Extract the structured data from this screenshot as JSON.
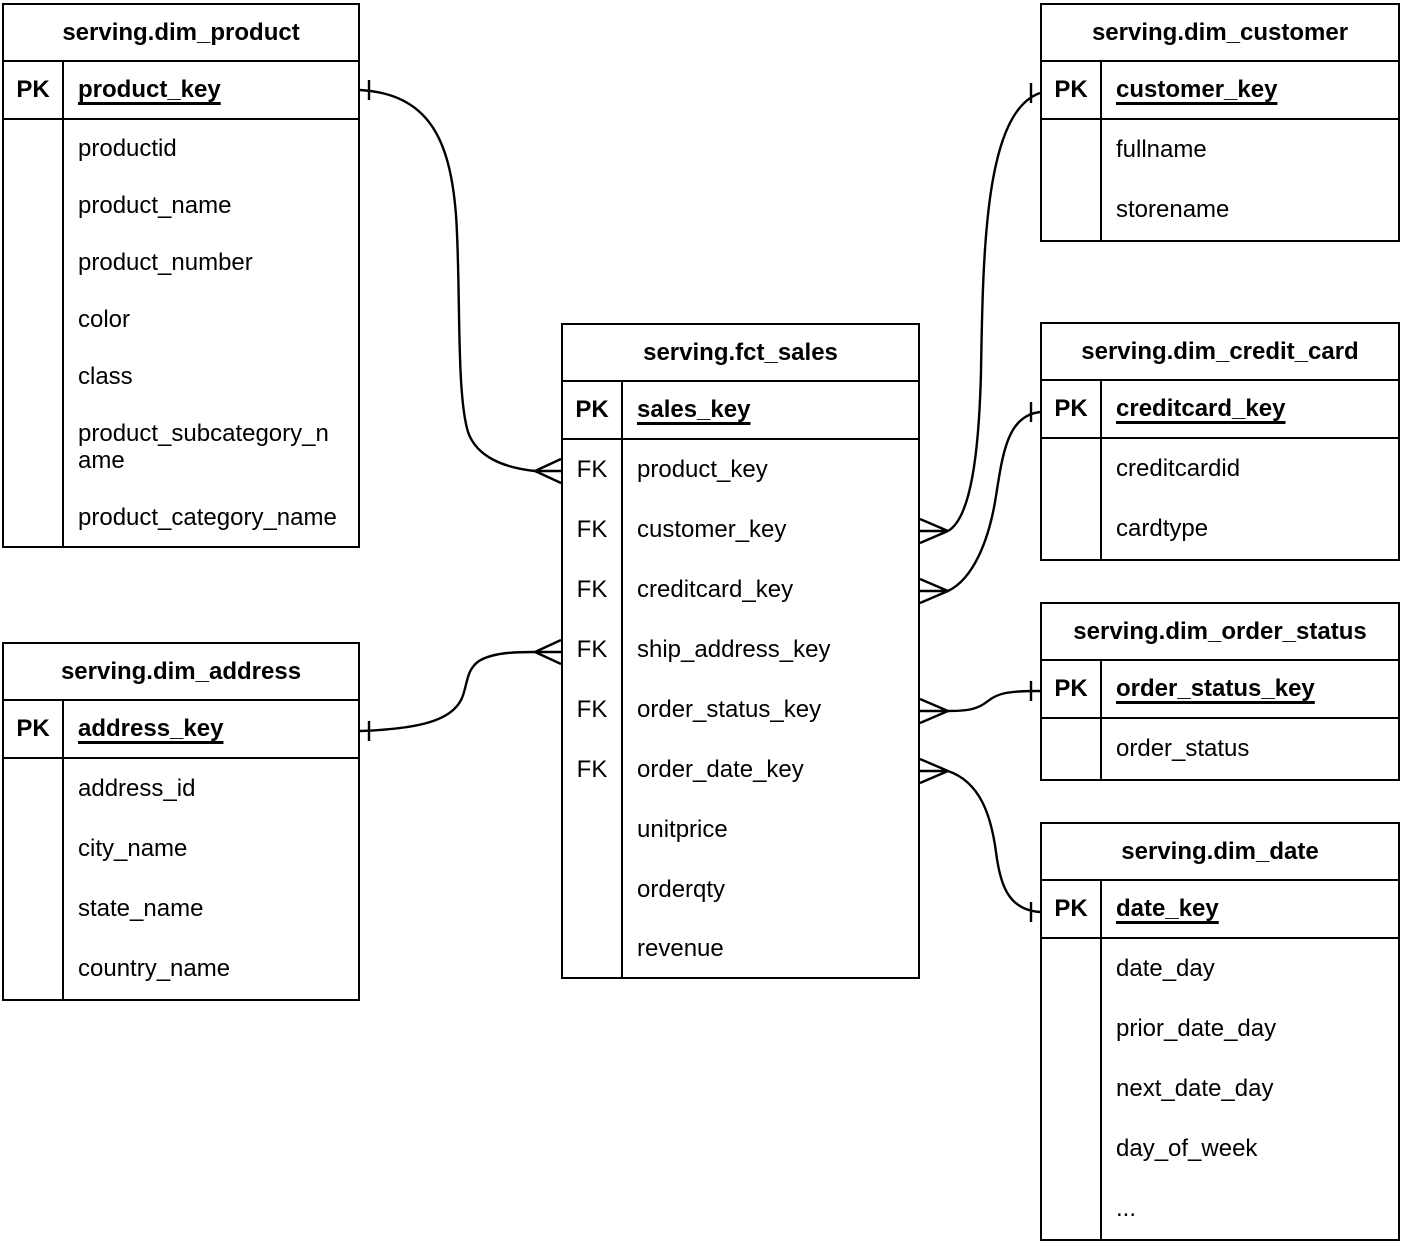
{
  "diagram_title": "sales star schema ERD",
  "colors": {
    "line": "#000000",
    "text": "#000000",
    "background": "#ffffff",
    "table_background": "#ffffff"
  },
  "tables": {
    "fct_sales": {
      "title": "serving.fct_sales",
      "pk": {
        "badge": "PK",
        "field": "sales_key"
      },
      "fk_badge": "FK",
      "fk_fields": [
        "product_key",
        "customer_key",
        "creditcard_key",
        "ship_address_key",
        "order_status_key",
        "order_date_key"
      ],
      "measures": [
        "unitprice",
        "orderqty",
        "revenue"
      ]
    },
    "dim_product": {
      "title": "serving.dim_product",
      "pk": {
        "badge": "PK",
        "field": "product_key"
      },
      "fields": [
        "productid",
        "product_name",
        "product_number",
        "color",
        "class",
        "product_subcategory_name",
        "product_category_name"
      ]
    },
    "dim_customer": {
      "title": "serving.dim_customer",
      "pk": {
        "badge": "PK",
        "field": "customer_key"
      },
      "fields": [
        "fullname",
        "storename"
      ]
    },
    "dim_credit_card": {
      "title": "serving.dim_credit_card",
      "pk": {
        "badge": "PK",
        "field": "creditcard_key"
      },
      "fields": [
        "creditcardid",
        "cardtype"
      ]
    },
    "dim_order_status": {
      "title": "serving.dim_order_status",
      "pk": {
        "badge": "PK",
        "field": "order_status_key"
      },
      "fields": [
        "order_status"
      ]
    },
    "dim_date": {
      "title": "serving.dim_date",
      "pk": {
        "badge": "PK",
        "field": "date_key"
      },
      "fields": [
        "date_day",
        "prior_date_day",
        "next_date_day",
        "day_of_week",
        "..."
      ]
    },
    "dim_address": {
      "title": "serving.dim_address",
      "pk": {
        "badge": "PK",
        "field": "address_key"
      },
      "fields": [
        "address_id",
        "city_name",
        "state_name",
        "country_name"
      ]
    }
  },
  "relationships": [
    {
      "from": "serving.fct_sales.product_key",
      "to": "serving.dim_product.product_key",
      "from_cardinality": "many",
      "to_cardinality": "one"
    },
    {
      "from": "serving.fct_sales.customer_key",
      "to": "serving.dim_customer.customer_key",
      "from_cardinality": "many",
      "to_cardinality": "one"
    },
    {
      "from": "serving.fct_sales.creditcard_key",
      "to": "serving.dim_credit_card.creditcard_key",
      "from_cardinality": "many",
      "to_cardinality": "one"
    },
    {
      "from": "serving.fct_sales.ship_address_key",
      "to": "serving.dim_address.address_key",
      "from_cardinality": "many",
      "to_cardinality": "one"
    },
    {
      "from": "serving.fct_sales.order_status_key",
      "to": "serving.dim_order_status.order_status_key",
      "from_cardinality": "many",
      "to_cardinality": "one"
    },
    {
      "from": "serving.fct_sales.order_date_key",
      "to": "serving.dim_date.date_key",
      "from_cardinality": "many",
      "to_cardinality": "one"
    }
  ]
}
